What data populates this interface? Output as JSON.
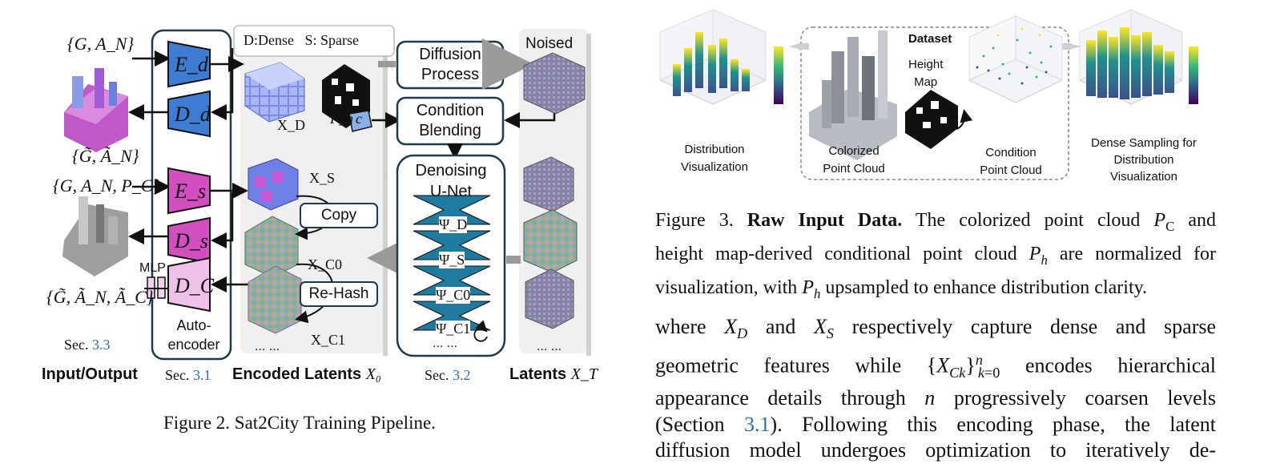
{
  "figure2": {
    "io_top": "{G, A_N}",
    "io_top_recon": "{G̃, Ã_N}",
    "io_mid": "{G, A_N, P_C}",
    "io_bottom": "{G̃, Ã_N, Ã_C}",
    "mlp": "MLP",
    "enc_d": "E_d",
    "dec_d": "D_d",
    "enc_s": "E_s",
    "dec_s": "D_s",
    "dec_c": "D_C",
    "autoencoder": "Auto-\nencoder",
    "legend": "D:Dense   S: Sparse",
    "x_d": "X_D",
    "x_s": "X_S",
    "x_c0": "X_C0",
    "x_c1": "X_C1",
    "p_h": "P_h",
    "c": "c",
    "copy": "Copy",
    "rehash": "Re-Hash",
    "diffusion": "Diffusion\nProcess",
    "condition": "Condition\nBlending",
    "denoising": "Denoising\nU-Net",
    "psi_d": "Ψ_D",
    "psi_s": "Ψ_S",
    "psi_c0": "Ψ_C0",
    "psi_c1": "Ψ_C1",
    "noised": "Noised",
    "dots": "... ...",
    "dots2": "... ...",
    "dots3": "... ...",
    "sec33_prefix": "Sec. ",
    "sec33": "3.3",
    "sec31_prefix": "Sec. ",
    "sec31": "3.1",
    "sec32_prefix": "Sec. ",
    "sec32": "3.2",
    "label_io": "Input/Output",
    "label_encoded": "Encoded Latents",
    "label_encoded_sym": "X₀",
    "label_latents": "Latents",
    "label_latents_sym": "X_T",
    "caption": "Figure 2. Sat2City Training Pipeline."
  },
  "figure3": {
    "dataset": "Dataset",
    "height_map": "Height\nMap",
    "p1": "Distribution\nVisualization",
    "p2": "Colorized\nPoint Cloud",
    "p3": "Condition\nPoint Cloud",
    "p4": "Dense Sampling for\nDistribution\nVisualization",
    "caption_prefix": "Figure 3.",
    "caption_bold": "Raw Input Data.",
    "caption_rest_1": "The colorized point cloud",
    "caption_sym1": "P",
    "caption_sym1_sub": "C",
    "caption_rest_1b": "and",
    "caption_line2a": "height map-derived conditional point cloud",
    "caption_sym2": "P",
    "caption_sym2_sub": "h",
    "caption_line2b": "are normalized for",
    "caption_line3a": "visualization, with",
    "caption_line3b": "upsampled to enhance distribution clarity."
  },
  "body": {
    "l1a": "where",
    "l1b": "and",
    "l1c": "respectively capture dense and sparse",
    "l2a": "geometric features while",
    "l2b": "encodes hierarchical",
    "l3a": "appearance details through",
    "l3b": "progressively coarsen levels",
    "l4a": "(Section",
    "l4link": "3.1",
    "l4b": ").  Following this encoding phase, the latent",
    "l5": "diffusion model undergoes optimization to iteratively de-"
  }
}
